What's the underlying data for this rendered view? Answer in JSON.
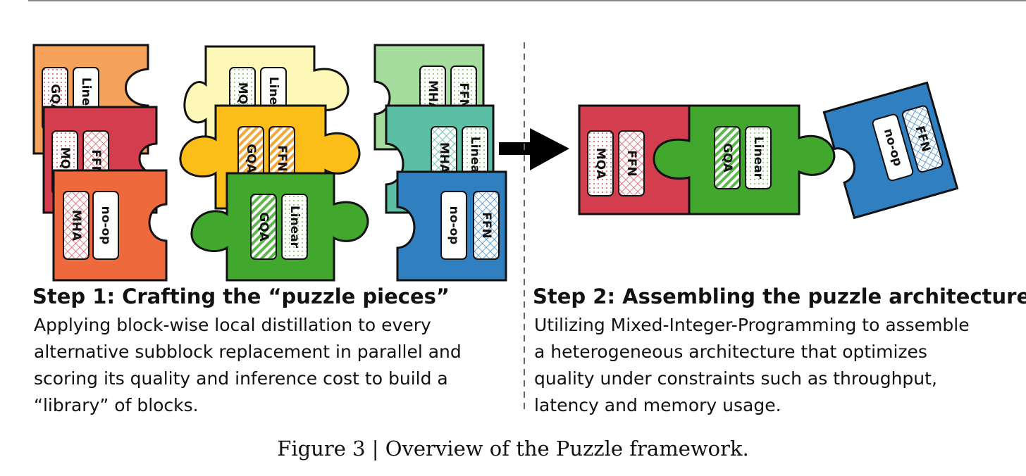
{
  "step1": {
    "title": "Step 1: Crafting the “puzzle pieces”",
    "description": [
      "Applying block-wise local distillation to every",
      "alternative subblock replacement in parallel and",
      "scoring its quality and inference cost to build a",
      "“library” of blocks."
    ]
  },
  "step2": {
    "title": "Step 2: Assembling the puzzle architecture",
    "description": [
      "Utilizing Mixed-Integer-Programming to assemble",
      "a heterogeneous architecture that optimizes",
      "quality under constraints such as throughput,",
      "latency and memory usage."
    ]
  },
  "caption": "Figure 3 | Overview of the Puzzle framework.",
  "piece_labels": {
    "gqa": "GQA",
    "linear": "Linear",
    "mqa": "MQA",
    "ffn": "FFN",
    "mha": "MHA",
    "no_op": "no-op"
  },
  "colors": {
    "orange_light": "#f5a35c",
    "red": "#d43d4e",
    "orange": "#ee6a3c",
    "yellow_light": "#fdf8b8",
    "yellow": "#fbbd17",
    "green": "#42a82d",
    "green_light": "#a7dc9f",
    "teal": "#5bbfa6",
    "blue": "#2f7fc1",
    "arrow": "#000000",
    "divider": "#666666"
  }
}
